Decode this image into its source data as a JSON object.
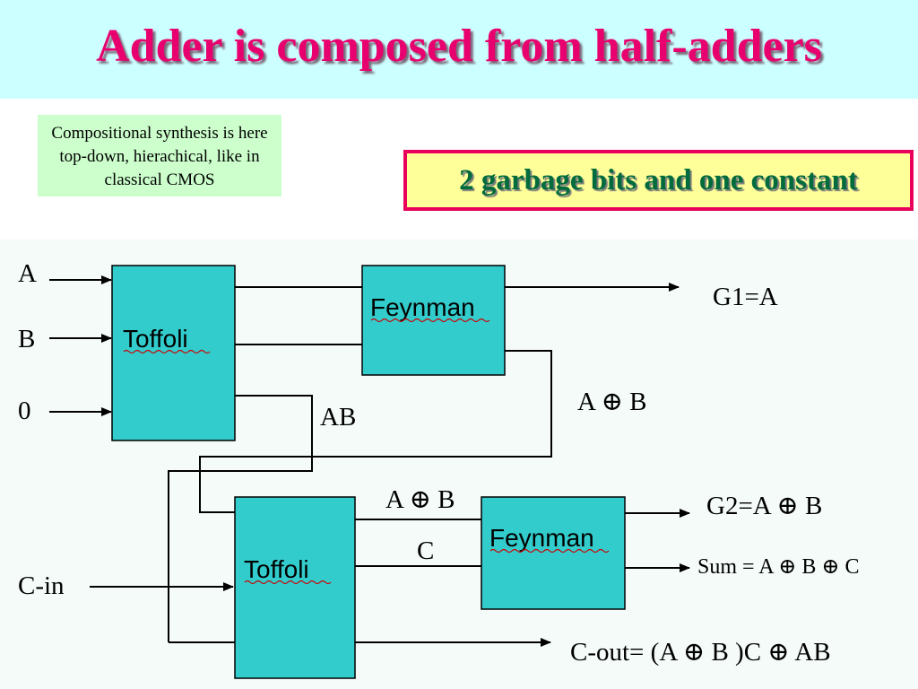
{
  "title": "Adder is composed from half-adders",
  "note": "Compositional synthesis is here top-down, hierachical, like in classical CMOS",
  "callout": "2 garbage bits and one constant",
  "colors": {
    "title": "#e8006e",
    "title_band": "#ccffff",
    "note_bg": "#ccffcc",
    "callout_bg": "#ffff99",
    "callout_border": "#e8005a",
    "callout_text": "#006b3c",
    "block_fill": "#33cccc"
  },
  "diagram": {
    "inputs": {
      "a": "A",
      "b": "B",
      "zero": "0",
      "cin": "C-in"
    },
    "blocks": {
      "toffoli_1": "Toffoli",
      "feynman_1": "Feynman",
      "toffoli_2": "Toffoli",
      "feynman_2": "Feynman"
    },
    "signals": {
      "ab": "AB",
      "a_xor_b_1": "A ⊕ B",
      "a_xor_b_2": "A ⊕ B",
      "c": "C"
    },
    "outputs": {
      "g1": "G1=A",
      "g2": "G2=A ⊕ B",
      "sum": "Sum = A ⊕ B ⊕ C",
      "cout": "C-out= (A ⊕ B )C ⊕ AB"
    }
  }
}
